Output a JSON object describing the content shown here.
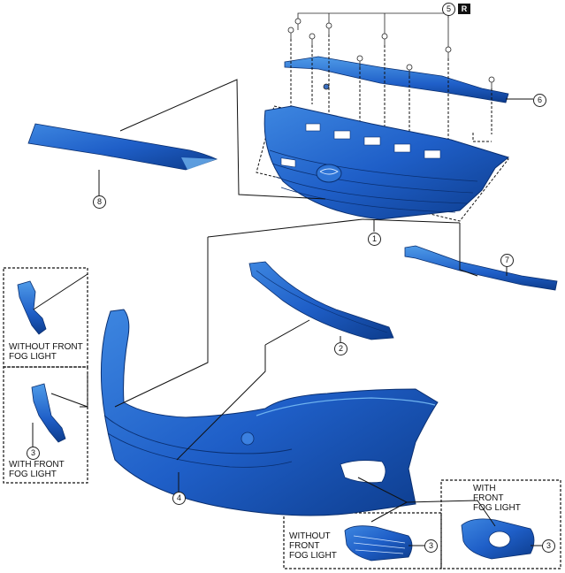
{
  "callouts": {
    "c1": "1",
    "c2": "2",
    "c3a": "3",
    "c3b": "3",
    "c3c": "3",
    "c4": "4",
    "c5": "5",
    "c6": "6",
    "c7": "7",
    "c8": "8"
  },
  "replace_badge": "R",
  "variant_labels": {
    "without_front_fog_light_left": "WITHOUT FRONT\nFOG LIGHT",
    "with_front_fog_light_left": "WITH FRONT\nFOG LIGHT",
    "without_front_fog_light_bottom": "WITHOUT\nFRONT\nFOG LIGHT",
    "with_front_fog_light_bottom": "WITH\nFRONT\nFOG LIGHT"
  },
  "colors": {
    "part_blue": "#1f5fc8",
    "part_light": "#4f9be8",
    "part_dark": "#0d3c8c"
  }
}
